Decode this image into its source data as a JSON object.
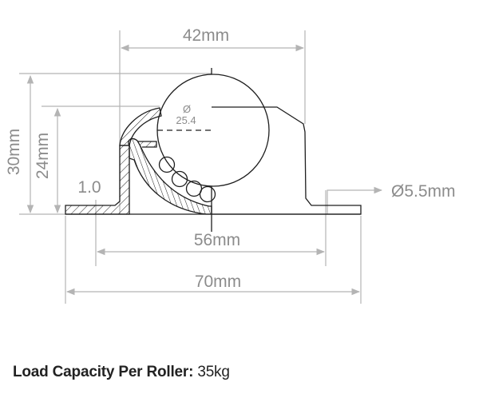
{
  "drawing": {
    "title": "Ball transfer unit dimensional drawing",
    "colors": {
      "outline": "#1e1e1e",
      "dimension": "#b4b4b4",
      "dimension_text": "#8c8c8c"
    },
    "dimensions": {
      "top_width": "42mm",
      "overall_height": "30mm",
      "body_height": "24mm",
      "sheet_thickness": "1.0",
      "ball_diameter_symbol": "Ø",
      "ball_diameter": "25.4",
      "hole_pitch": "56mm",
      "overall_length": "70mm",
      "hole_diameter": "Ø5.5mm"
    }
  },
  "caption": {
    "label": "Load Capacity Per Roller:",
    "value": "35kg"
  }
}
